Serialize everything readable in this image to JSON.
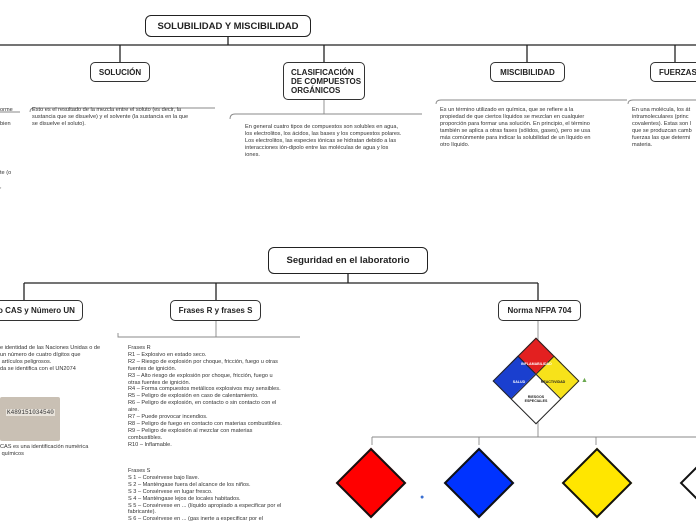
{
  "map1": {
    "title": "SOLUBILIDAD Y MISCIBILIDAD",
    "branches": {
      "solucion": "SOLUCIÓN",
      "clasificacion": "CLASIFICACIÓN\nDE COMPUESTOS\nORGÁNICOS",
      "miscibilidad": "MISCIBILIDAD",
      "fuerzas": "FUERZAS"
    },
    "texts": {
      "left_fragments": "orme\n\nbien",
      "left_fragments2": "te (o\n\n,",
      "solucion": "Esto es el resultado de la mezcla entre el soluto (es decir, la\nsustancia que se disuelve) y el solvente (la sustancia en la que\nse disuelve el soluto).",
      "clasificacion": "En general cuatro tipos de compuestos son solubles en agua,\nlos electrolitos, los ácidos, las bases y los compuestos polares.\nLos electrolitos, las especies iónicas se hidratan debido a las\ninteracciones ión-dipolo entre las moléculas de agua y los\niones.",
      "miscibilidad": "Es un término utilizado en química, que se refiere a la\npropiedad de que ciertos líquidos se mezclan en cualquier\nproporción para formar una solución. En principio, el término\ntambién se aplica a otras fases (sólidos, gases), pero se usa\nmás comúnmente para indicar la solubilidad de un líquido en\notro líquido.",
      "fuerzas": "En una molécula, los át\nintramoleculares (princ\ncovalentes). Estas son l\nque se produzcan camb\nfuerzas las que determi\nmateria."
    }
  },
  "map2": {
    "title": "Seguridad en el laboratorio",
    "branches": {
      "cas": "o CAS y Número UN",
      "frases": "Frases R y frases S",
      "nfpa": "Norma NFPA 704"
    },
    "texts": {
      "cas1": "e identidad de las Naciones Unidas o de\nun número de cuatro dígitos que\n artículos peligrosos.\nda se identifica con el UN2074",
      "cas2": "CAS es una identificación numérica\n químicos",
      "frases_r": "Frases R\nR1 – Explosivo en estado seco.\nR2 – Riesgo de explosión por choque, fricción, fuego u otras\nfuentes de ignición.\nR3 – Alto riesgo de explosión por choque, fricción, fuego u\notras fuentes de ignición.\nR4 – Forma compuestos metálicos explosivos muy sensibles.\nR5 – Peligro de explosión en caso de calentamiento.\nR6 – Peligro de explosión, en contacto o sin contacto con el\naire.\nR7 – Puede provocar incendios.\nR8 – Peligro de fuego en contacto con materias combustibles.\nR9 – Peligro de explosión al mezclar con materias\ncombustibles.\nR10 – Inflamable.",
      "frases_s": "Frases S\nS 1 – Consérvese bajo llave.\nS 2 – Manténgase fuera del alcance de los niños.\nS 3 – Consérvese en lugar fresco.\nS 4 – Manténgase lejos de locales habitados.\nS 5 – Consérvese en ... (líquido apropiado a especificar por el\nfabricante).\nS 6 – Consérvese en ... (gas inerte a especificar por el"
    },
    "photo_code": "K489151034540",
    "nfpa_labels": {
      "top": "INFLAMABILIDAD",
      "left": "SALUD",
      "right": "REACTIVIDAD",
      "bottom": "RIESGOS\nESPECIALES"
    }
  },
  "colors": {
    "red": "#ff0000",
    "blue": "#0033ff",
    "yellow": "#ffe600",
    "white": "#ffffff"
  },
  "icons": [
    "wordpress-icon",
    "image-icon"
  ]
}
